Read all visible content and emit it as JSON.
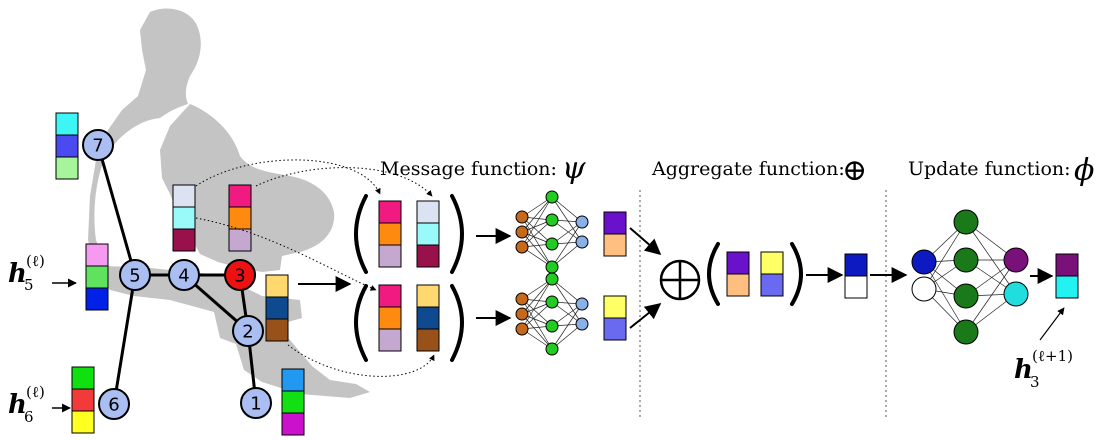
{
  "sections": {
    "message": {
      "label": "Message function: ",
      "symbol": "ψ"
    },
    "aggregate": {
      "label": "Aggregate function: ",
      "symbol": "⊕"
    },
    "update": {
      "label": "Update function: ",
      "symbol": "ϕ"
    }
  },
  "graph": {
    "nodes": [
      {
        "id": "1",
        "label": "1",
        "color": "#aabef2"
      },
      {
        "id": "2",
        "label": "2",
        "color": "#aabef2"
      },
      {
        "id": "3",
        "label": "3",
        "color": "#ee1111"
      },
      {
        "id": "4",
        "label": "4",
        "color": "#aabef2"
      },
      {
        "id": "5",
        "label": "5",
        "color": "#aabef2"
      },
      {
        "id": "6",
        "label": "6",
        "color": "#aabef2"
      },
      {
        "id": "7",
        "label": "7",
        "color": "#aabef2"
      }
    ],
    "edges": [
      [
        "7",
        "5"
      ],
      [
        "5",
        "4"
      ],
      [
        "4",
        "3"
      ],
      [
        "4",
        "2"
      ],
      [
        "3",
        "2"
      ],
      [
        "2",
        "1"
      ],
      [
        "5",
        "6"
      ]
    ]
  },
  "features": {
    "n7": [
      "#3ef5f5",
      "#4a4af0",
      "#a6f59a"
    ],
    "n5": [
      "#f59af0",
      "#5fe35f",
      "#0022e8"
    ],
    "n6": [
      "#10e010",
      "#f23a3a",
      "#ffff22"
    ],
    "n4": [
      "#dbe3f2",
      "#9af9f9",
      "#99114a"
    ],
    "n3": [
      "#f01a80",
      "#ff8a10",
      "#c4a8d0"
    ],
    "n2": [
      "#ffd970",
      "#0f4a90",
      "#99511a"
    ],
    "n1": [
      "#2299f0",
      "#12e012",
      "#cc11cc"
    ],
    "msg1": [
      "#6a11cc",
      "#ffbf80"
    ],
    "msg2": [
      "#ffff66",
      "#6a6af0"
    ],
    "agg": [
      "#0d1ac2",
      "#ffffff"
    ],
    "out": [
      "#7a107a",
      "#22f2f2"
    ]
  },
  "labels": {
    "h5": {
      "base": "h",
      "sub": "5",
      "sup": "(ℓ)"
    },
    "h6": {
      "base": "h",
      "sub": "6",
      "sup": "(ℓ)"
    },
    "h3next": {
      "base": "h",
      "sub": "3",
      "sup": "(ℓ+1)"
    }
  },
  "mlp_colors": {
    "input": "#c46a1a",
    "hidden": "#22cc22",
    "output": "#8ab0e8",
    "upd_in": [
      "#0d1ac2",
      "#ffffff"
    ],
    "upd_hidden": "#1a7a1a",
    "upd_out": [
      "#7a107a",
      "#22dddd"
    ]
  }
}
